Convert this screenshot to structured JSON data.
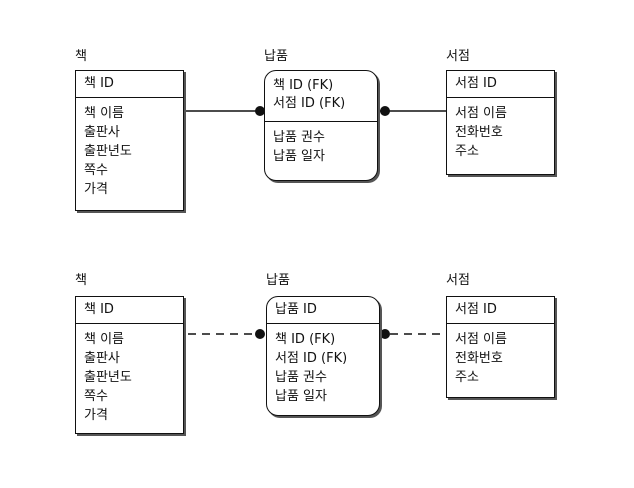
{
  "top": {
    "book": {
      "title": "책",
      "key": "책 ID",
      "attrs": [
        "책 이름",
        "출판사",
        "출판년도",
        "쪽수",
        "가격"
      ]
    },
    "delivery": {
      "title": "납품",
      "keys": [
        "책 ID (FK)",
        "서점 ID (FK)"
      ],
      "attrs": [
        "납품 권수",
        "납품 일자"
      ]
    },
    "store": {
      "title": "서점",
      "key": "서점 ID",
      "attrs": [
        "서점 이름",
        "전화번호",
        "주소"
      ]
    }
  },
  "bottom": {
    "book": {
      "title": "책",
      "key": "책 ID",
      "attrs": [
        "책 이름",
        "출판사",
        "출판년도",
        "쪽수",
        "가격"
      ]
    },
    "delivery": {
      "title": "납품",
      "key": "납품 ID",
      "attrs": [
        "책 ID (FK)",
        "서점 ID (FK)",
        "납품 권수",
        "납품 일자"
      ]
    },
    "store": {
      "title": "서점",
      "key": "서점 ID",
      "attrs": [
        "서점 이름",
        "전화번호",
        "주소"
      ]
    }
  }
}
